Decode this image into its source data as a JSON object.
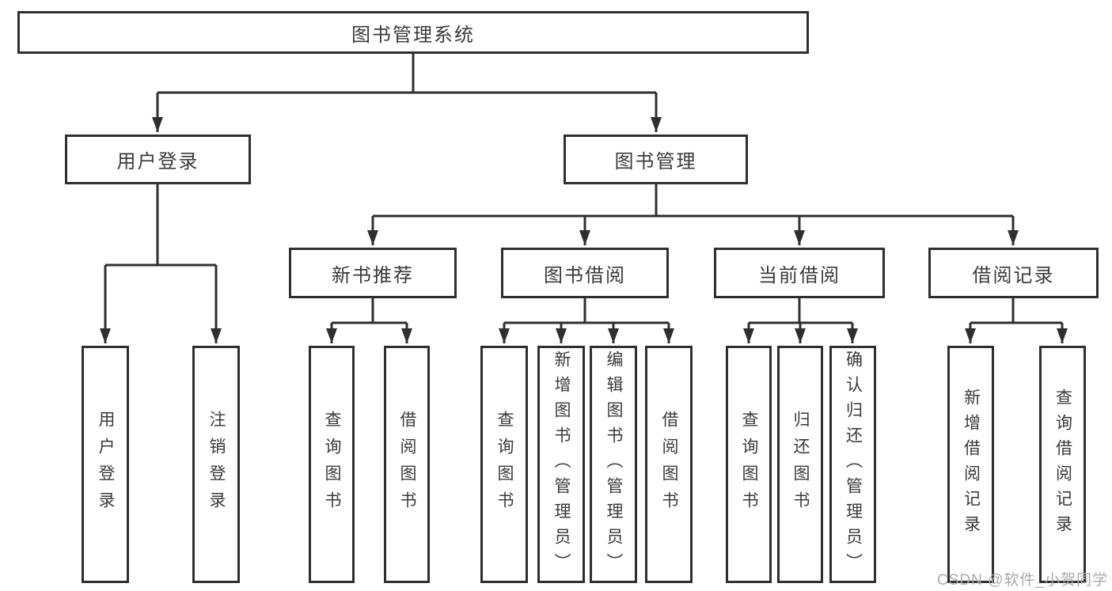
{
  "diagram_type": "tree-structure-chart",
  "colors": {
    "line": "#2f2f2f",
    "border": "#2f2f2f",
    "text": "#3a3a3a",
    "box_background": "#ffffff",
    "page_background": "#ffffff",
    "watermark": "#aaaaaa"
  },
  "nodes": {
    "root": "图书管理系统",
    "user_login": "用户登录",
    "book_mgmt": "图书管理",
    "new_book_rec": "新书推荐",
    "book_borrow": "图书借阅",
    "current_borrow": "当前借阅",
    "borrow_records": "借阅记录",
    "ul_user_login": "用户登录",
    "ul_logout": "注销登录",
    "nb_query": "查询图书",
    "nb_borrow": "借阅图书",
    "bb_query": "查询图书",
    "bb_add": "新增图书（管理员）",
    "bb_edit": "编辑图书（管理员）",
    "bb_borrow": "借阅图书",
    "cb_query": "查询图书",
    "cb_return": "归还图书",
    "cb_confirm": "确认归还（管理员）",
    "br_add": "新增借阅记录",
    "br_query": "查询借阅记录"
  },
  "edges": [
    [
      "root",
      "user_login"
    ],
    [
      "root",
      "book_mgmt"
    ],
    [
      "user_login",
      "ul_user_login"
    ],
    [
      "user_login",
      "ul_logout"
    ],
    [
      "book_mgmt",
      "new_book_rec"
    ],
    [
      "book_mgmt",
      "book_borrow"
    ],
    [
      "book_mgmt",
      "current_borrow"
    ],
    [
      "book_mgmt",
      "borrow_records"
    ],
    [
      "new_book_rec",
      "nb_query"
    ],
    [
      "new_book_rec",
      "nb_borrow"
    ],
    [
      "book_borrow",
      "bb_query"
    ],
    [
      "book_borrow",
      "bb_add"
    ],
    [
      "book_borrow",
      "bb_edit"
    ],
    [
      "book_borrow",
      "bb_borrow"
    ],
    [
      "current_borrow",
      "cb_query"
    ],
    [
      "current_borrow",
      "cb_return"
    ],
    [
      "current_borrow",
      "cb_confirm"
    ],
    [
      "borrow_records",
      "br_add"
    ],
    [
      "borrow_records",
      "br_query"
    ]
  ],
  "watermark": "CSDN @软件_小贺同学"
}
